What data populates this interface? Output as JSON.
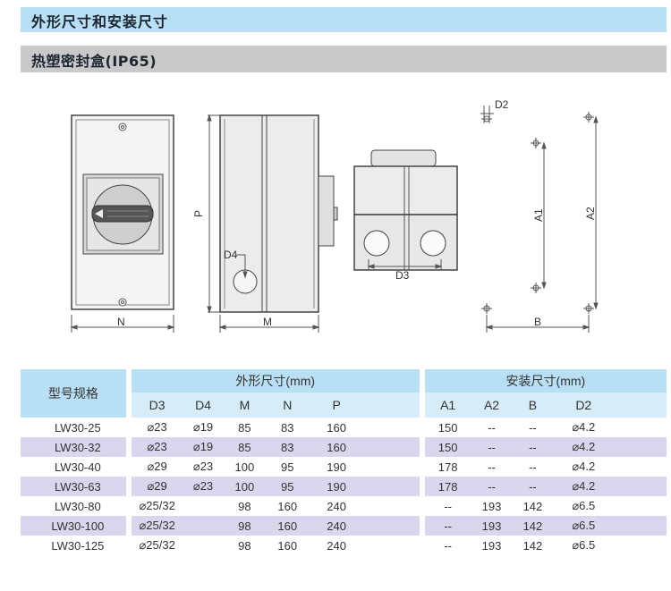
{
  "title_main": "外形尺寸和安装尺寸",
  "title_sub": "热塑密封盒(IP65)",
  "drawing_labels": {
    "N": "N",
    "M": "M",
    "P": "P",
    "D4": "D4",
    "D3": "D3",
    "D2": "D2",
    "A1": "A1",
    "A2": "A2",
    "B": "B"
  },
  "table": {
    "model_header": "型号规格",
    "group_outer": "外形尺寸(mm)",
    "group_install": "安装尺寸(mm)",
    "outer_cols": [
      "D3",
      "D4",
      "M",
      "N",
      "P"
    ],
    "install_cols": [
      "A1",
      "A2",
      "B",
      "D2"
    ],
    "rows": [
      {
        "model": "LW30-25",
        "d3": "⌀23",
        "d4": "⌀19",
        "m": "85",
        "n": "83",
        "p": "160",
        "a1": "150",
        "a2": "--",
        "b": "--",
        "d2": "⌀4.2"
      },
      {
        "model": "LW30-32",
        "d3": "⌀23",
        "d4": "⌀19",
        "m": "85",
        "n": "83",
        "p": "160",
        "a1": "150",
        "a2": "--",
        "b": "--",
        "d2": "⌀4.2"
      },
      {
        "model": "LW30-40",
        "d3": "⌀29",
        "d4": "⌀23",
        "m": "100",
        "n": "95",
        "p": "190",
        "a1": "178",
        "a2": "--",
        "b": "--",
        "d2": "⌀4.2"
      },
      {
        "model": "LW30-63",
        "d3": "⌀29",
        "d4": "⌀23",
        "m": "100",
        "n": "95",
        "p": "190",
        "a1": "178",
        "a2": "--",
        "b": "--",
        "d2": "⌀4.2"
      },
      {
        "model": "LW30-80",
        "d3": "⌀25/32",
        "d4": "",
        "m": "98",
        "n": "160",
        "p": "240",
        "a1": "--",
        "a2": "193",
        "b": "142",
        "d2": "⌀6.5"
      },
      {
        "model": "LW30-100",
        "d3": "⌀25/32",
        "d4": "",
        "m": "98",
        "n": "160",
        "p": "240",
        "a1": "--",
        "a2": "193",
        "b": "142",
        "d2": "⌀6.5"
      },
      {
        "model": "LW30-125",
        "d3": "⌀25/32",
        "d4": "",
        "m": "98",
        "n": "160",
        "p": "240",
        "a1": "--",
        "a2": "193",
        "b": "142",
        "d2": "⌀6.5"
      }
    ]
  }
}
